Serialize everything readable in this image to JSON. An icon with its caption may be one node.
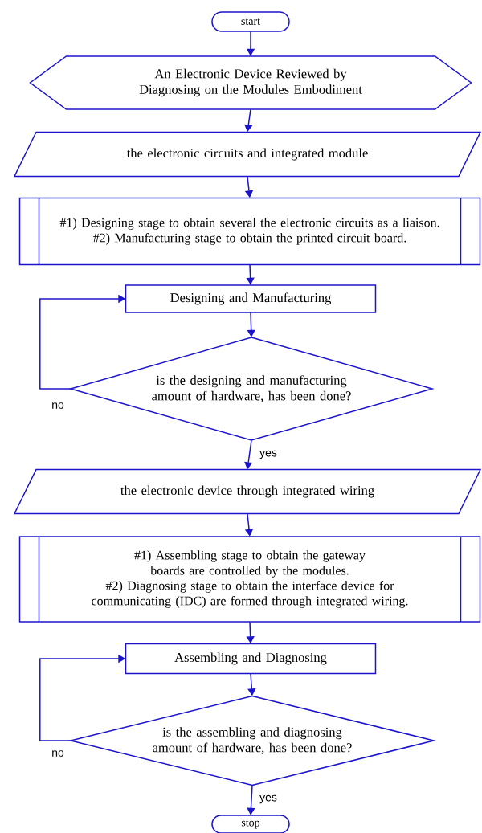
{
  "diagram": {
    "nodes": [
      {
        "text": [
          "start"
        ]
      },
      {
        "text": [
          "An Electronic Device Reviewed by Diagnosing on the Modules Embodiment"
        ]
      },
      {
        "text": [
          "the electronic circuits and integrated module"
        ]
      },
      {
        "text": [
          "#1) Designing stage to obtain several the electronic circuits as a liaison.",
          "#2) Manufacturing stage to obtain the printed circuit board."
        ]
      },
      {
        "text": [
          "Designing and Manufacturing"
        ]
      },
      {
        "text": [
          "is the designing and manufacturing amount of hardware, has been done?"
        ]
      },
      {
        "text": [
          "the electronic device through integrated wiring"
        ]
      },
      {
        "text": [
          "#1) Assembling stage to obtain the gateway boards are controlled by the modules.",
          "#2) Diagnosing stage to obtain the interface device for communicating (IDC) are formed through integrated wiring."
        ]
      },
      {
        "text": [
          "Assembling and Diagnosing"
        ]
      },
      {
        "text": [
          "is the assembling and diagnosing amount of hardware, has been done?"
        ]
      },
      {
        "text": [
          "stop"
        ]
      }
    ],
    "edges": [
      {
        "from": 0,
        "to": 1,
        "arrow": "to"
      },
      {
        "from": 1,
        "to": 2,
        "arrow": "to"
      },
      {
        "from": 2,
        "to": 3,
        "arrow": "to"
      },
      {
        "from": 3,
        "to": 4,
        "arrow": "to"
      },
      {
        "from": 4,
        "to": 5,
        "arrow": "to"
      },
      {
        "from": 5,
        "to": 4,
        "arrow": "to",
        "label": "no"
      },
      {
        "from": 5,
        "to": 6,
        "arrow": "to",
        "label": "yes"
      },
      {
        "from": 6,
        "to": 7,
        "arrow": "to"
      },
      {
        "from": 7,
        "to": 8,
        "arrow": "to"
      },
      {
        "from": 8,
        "to": 9,
        "arrow": "to"
      },
      {
        "from": 9,
        "to": 8,
        "arrow": "to",
        "label": "no"
      },
      {
        "from": 9,
        "to": 10,
        "arrow": "to",
        "label": "yes"
      }
    ]
  }
}
